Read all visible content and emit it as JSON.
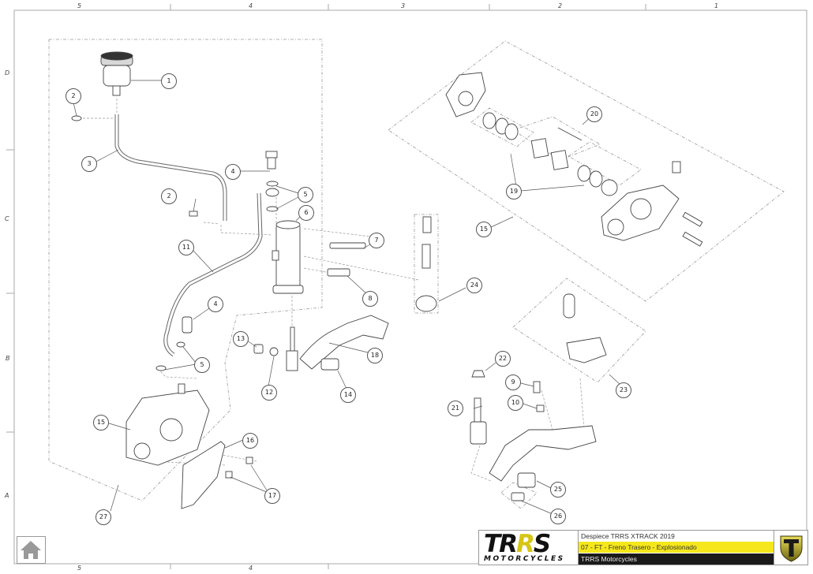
{
  "sheet": {
    "column_zones": [
      "5",
      "4",
      "3",
      "2",
      "1"
    ],
    "row_zones": [
      "D",
      "C",
      "B",
      "A"
    ]
  },
  "callouts": {
    "c1": "1",
    "c2a": "2",
    "c2b": "2",
    "c3": "3",
    "c4a": "4",
    "c4b": "4",
    "c5a": "5",
    "c5b": "5",
    "c6": "6",
    "c7": "7",
    "c8": "8",
    "c9": "9",
    "c10": "10",
    "c11": "11",
    "c12": "12",
    "c13": "13",
    "c14": "14",
    "c15a": "15",
    "c15b": "15",
    "c16": "16",
    "c17": "17",
    "c18": "18",
    "c19": "19",
    "c20": "20",
    "c21": "21",
    "c22": "22",
    "c23": "23",
    "c24": "24",
    "c25": "25",
    "c26": "26",
    "c27": "27"
  },
  "title_block": {
    "logo_text_part1": "TR",
    "logo_text_accent": "R",
    "logo_text_part2": "S",
    "logo_subtext": "MOTORCYCLES",
    "line1": "Despiece TRRS XTRACK 2019",
    "line2": "07 - FT - Freno Trasero - Explosionado",
    "line3": "TRRS Motorcycles"
  },
  "colors": {
    "accent_yellow": "#f5e71b",
    "dark": "#1a1a1a",
    "line": "#555555"
  },
  "nav": {
    "home_icon": "home-icon"
  }
}
